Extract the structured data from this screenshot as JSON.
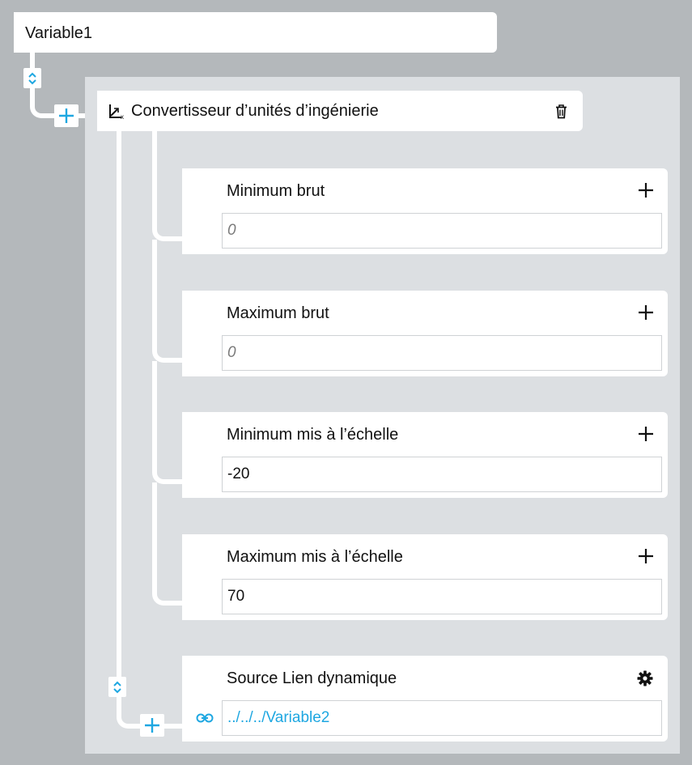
{
  "variable": {
    "name": "Variable1"
  },
  "converter": {
    "title": "Convertisseur d’unités d’ingénierie"
  },
  "fields": [
    {
      "label": "Minimum brut",
      "placeholder": "0",
      "value": ""
    },
    {
      "label": "Maximum brut",
      "placeholder": "0",
      "value": ""
    },
    {
      "label": "Minimum mis à l’échelle",
      "placeholder": "",
      "value": "-20"
    },
    {
      "label": "Maximum mis à l’échelle",
      "placeholder": "",
      "value": "70"
    }
  ],
  "source": {
    "label": "Source Lien dynamique",
    "value": "../../../Variable2"
  },
  "colors": {
    "accent": "#1ea7e1",
    "background": "#b4b8bb",
    "panel": "#dcdfe2"
  },
  "icons": {
    "toggle": "chevron-up-down-icon",
    "add": "plus-icon",
    "converter": "axis-scale-icon",
    "delete": "trash-icon",
    "settings": "gear-icon",
    "link": "link-icon"
  }
}
